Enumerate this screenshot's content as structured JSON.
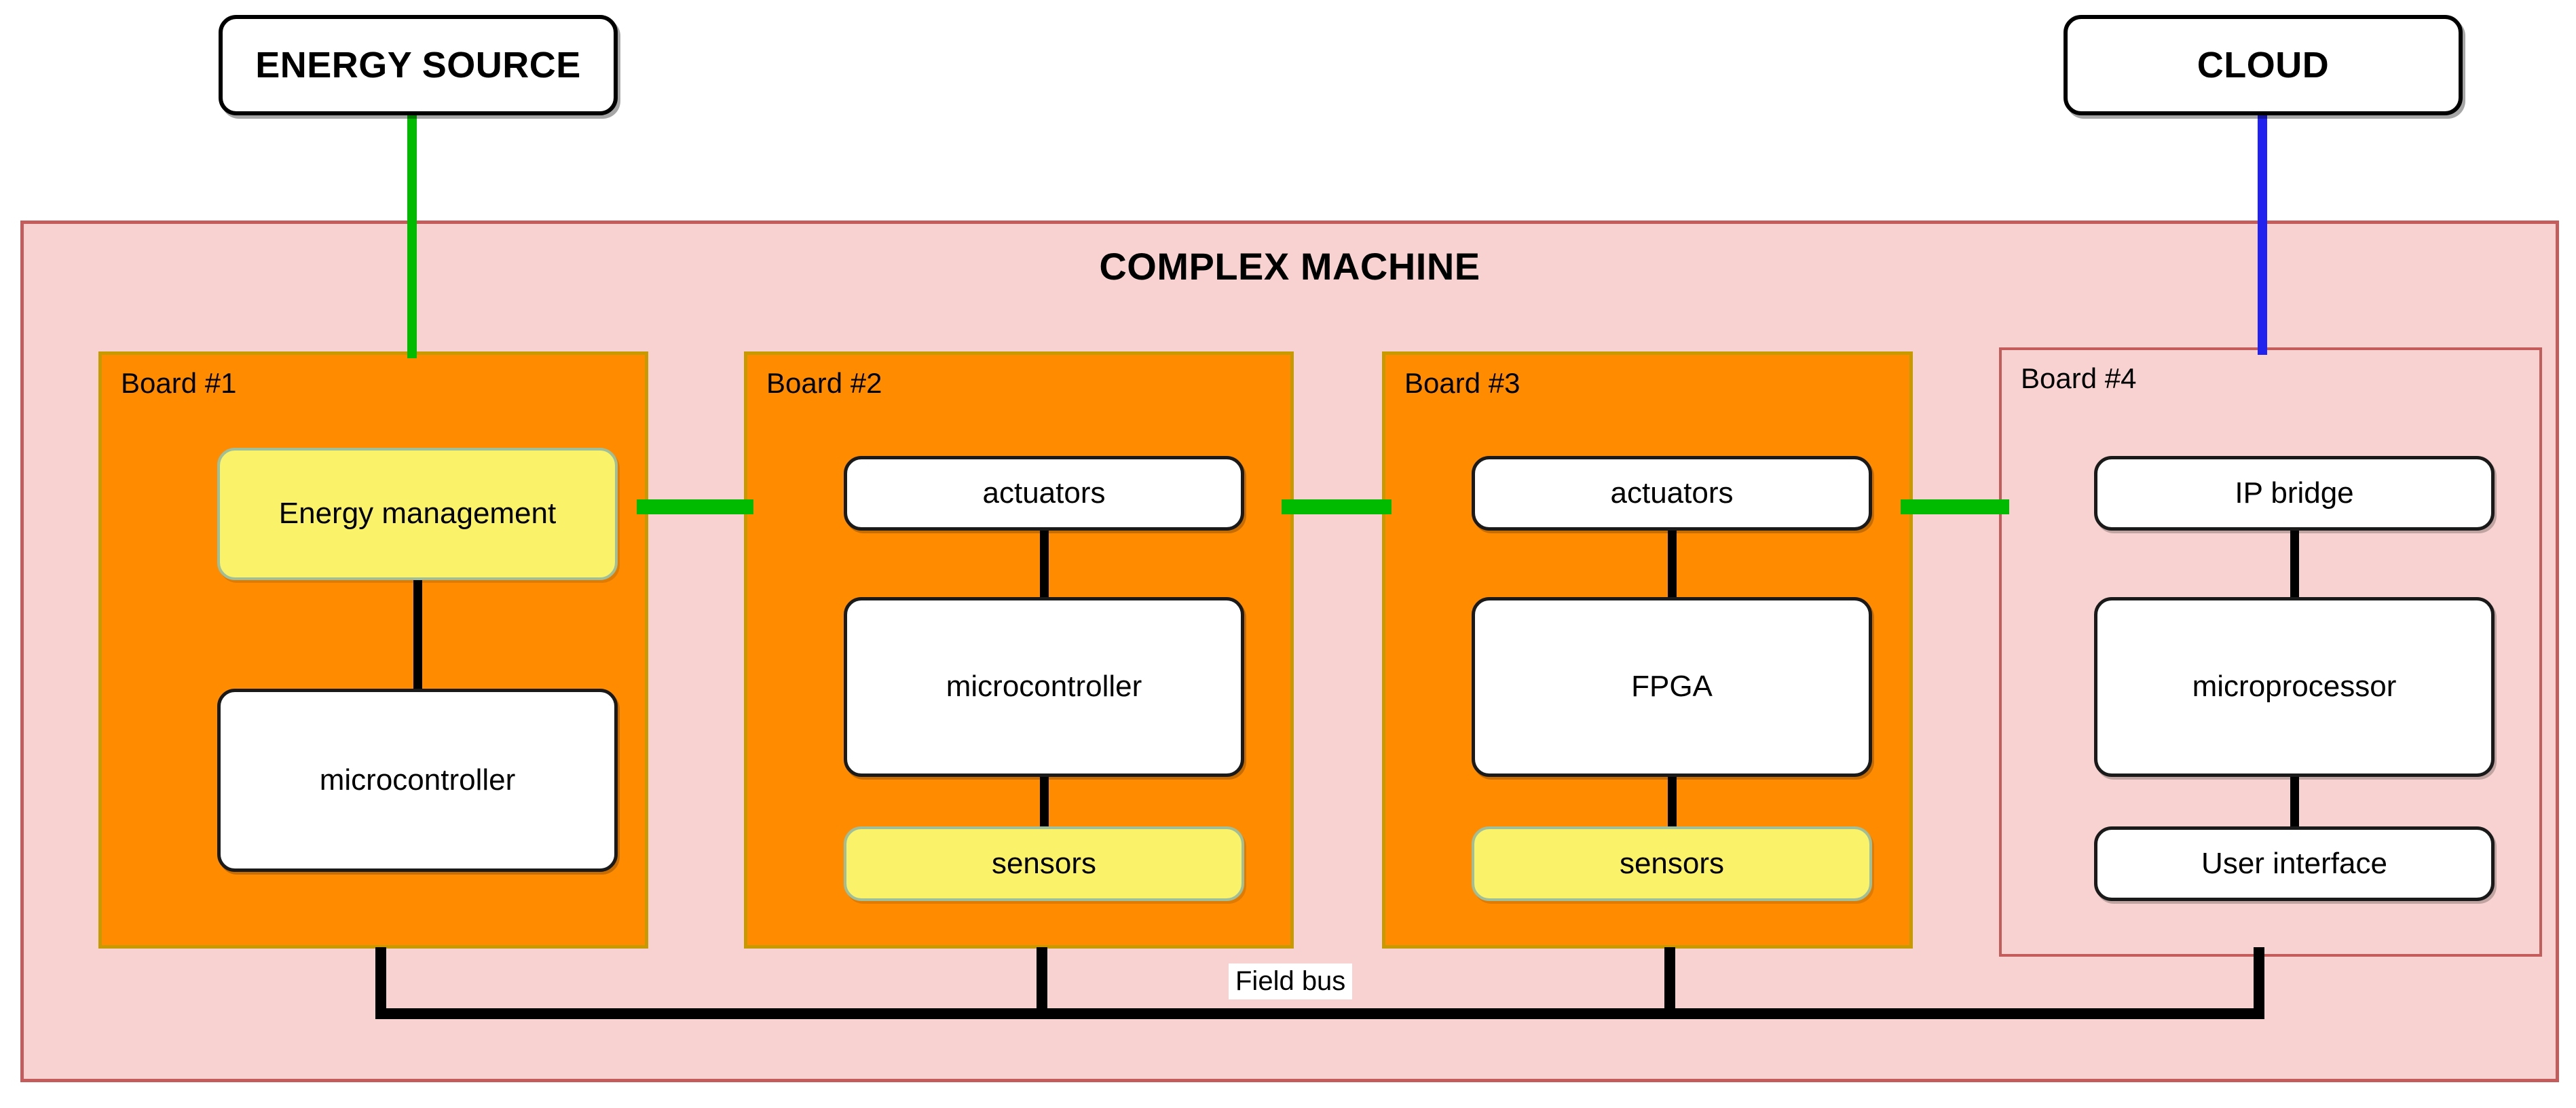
{
  "diagram": {
    "title": "COMPLEX MACHINE",
    "external_nodes": [
      {
        "id": "energy-source",
        "label": "ENERGY SOURCE"
      },
      {
        "id": "cloud",
        "label": "CLOUD"
      }
    ],
    "bus": {
      "label": "Field bus",
      "color": "#000000"
    },
    "colors": {
      "machine_fill": "#F7D2D0",
      "machine_border": "#C45C5C",
      "board_orange_fill": "#FF8C00",
      "board_orange_border": "#C79A00",
      "board_pink_border": "#C45C5C",
      "power_link": "#00BB00",
      "network_link": "#2222EE",
      "data_link": "#000000",
      "component_white": "#FFFFFF",
      "component_yellow": "#FAF268"
    },
    "boards": [
      {
        "id": "board-1",
        "label": "Board #1",
        "style": "orange",
        "components": [
          {
            "id": "b1-energy",
            "label": "Energy management",
            "style": "yellow"
          },
          {
            "id": "b1-mcu",
            "label": "microcontroller",
            "style": "white"
          }
        ]
      },
      {
        "id": "board-2",
        "label": "Board #2",
        "style": "orange",
        "components": [
          {
            "id": "b2-act",
            "label": "actuators",
            "style": "white"
          },
          {
            "id": "b2-mcu",
            "label": "microcontroller",
            "style": "white"
          },
          {
            "id": "b2-sens",
            "label": "sensors",
            "style": "yellow"
          }
        ]
      },
      {
        "id": "board-3",
        "label": "Board #3",
        "style": "orange",
        "components": [
          {
            "id": "b3-act",
            "label": "actuators",
            "style": "white"
          },
          {
            "id": "b3-fpga",
            "label": "FPGA",
            "style": "white"
          },
          {
            "id": "b3-sens",
            "label": "sensors",
            "style": "yellow"
          }
        ]
      },
      {
        "id": "board-4",
        "label": "Board #4",
        "style": "pink",
        "components": [
          {
            "id": "b4-ip",
            "label": "IP bridge",
            "style": "white"
          },
          {
            "id": "b4-mpu",
            "label": "microprocessor",
            "style": "white"
          },
          {
            "id": "b4-ui",
            "label": "User interface",
            "style": "white"
          }
        ]
      }
    ]
  }
}
